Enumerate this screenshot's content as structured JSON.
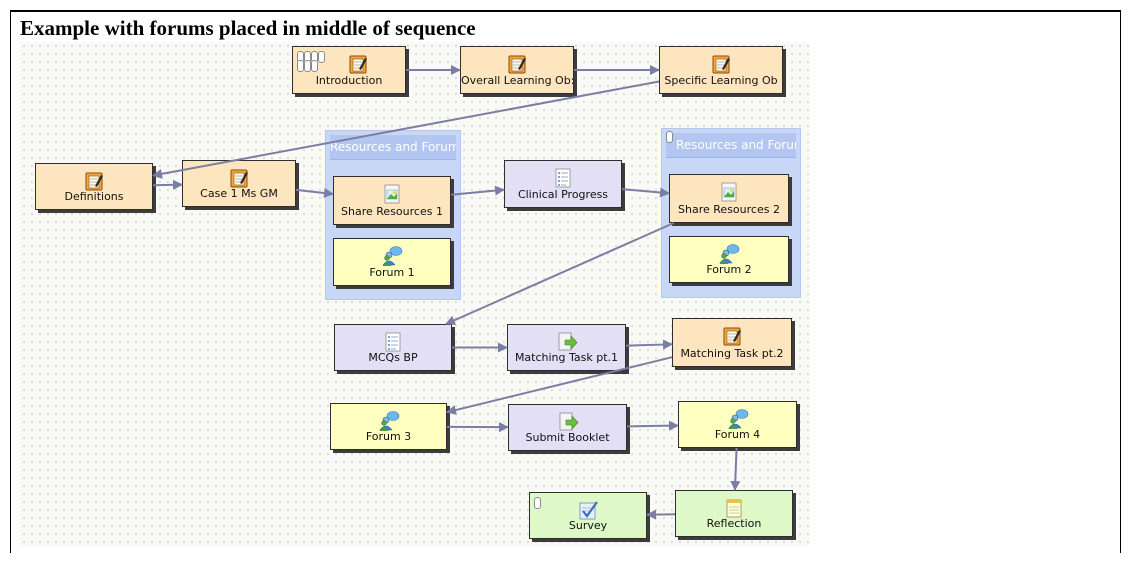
{
  "caption": "Example with forums placed in middle of sequence",
  "groups": {
    "g1": {
      "title": "Resources and Forum"
    },
    "g2": {
      "title": "Resources and Forum"
    }
  },
  "nodes": {
    "introduction": {
      "label": "Introduction",
      "icon": "notebook-icon",
      "color": "#fde6bf"
    },
    "overall": {
      "label": "Overall Learning Ob:",
      "icon": "notebook-icon",
      "color": "#fde6bf"
    },
    "specific": {
      "label": "Specific Learning Ob",
      "icon": "notebook-icon",
      "color": "#fde6bf"
    },
    "definitions": {
      "label": "Definitions",
      "icon": "notebook-icon",
      "color": "#fde6bf"
    },
    "case1": {
      "label": "Case 1 Ms GM",
      "icon": "notebook-icon",
      "color": "#fde6bf"
    },
    "share1": {
      "label": "Share Resources 1",
      "icon": "image-resource-icon",
      "color": "#fde6bf"
    },
    "forum1": {
      "label": "Forum 1",
      "icon": "forum-icon",
      "color": "#ffffc0"
    },
    "clinical": {
      "label": "Clinical Progress",
      "icon": "list-doc-icon",
      "color": "#e3dff5"
    },
    "share2": {
      "label": "Share Resources 2",
      "icon": "image-resource-icon",
      "color": "#fde6bf"
    },
    "forum2": {
      "label": "Forum 2",
      "icon": "forum-icon",
      "color": "#ffffc0"
    },
    "mcqs": {
      "label": "MCQs BP",
      "icon": "list-doc-icon",
      "color": "#e3dff5"
    },
    "match1": {
      "label": "Matching Task pt.1",
      "icon": "submit-arrow-icon",
      "color": "#e3dff5"
    },
    "match2": {
      "label": "Matching Task pt.2",
      "icon": "notebook-icon",
      "color": "#fde6bf"
    },
    "forum3": {
      "label": "Forum 3",
      "icon": "forum-icon",
      "color": "#ffffc0"
    },
    "submit": {
      "label": "Submit Booklet",
      "icon": "submit-arrow-icon",
      "color": "#e3dff5"
    },
    "forum4": {
      "label": "Forum 4",
      "icon": "forum-icon",
      "color": "#ffffc0"
    },
    "survey": {
      "label": "Survey",
      "icon": "survey-check-icon",
      "color": "#dff8c8"
    },
    "reflection": {
      "label": "Reflection",
      "icon": "notepad-icon",
      "color": "#dff8c8"
    }
  },
  "connections": [
    [
      "introduction",
      "overall"
    ],
    [
      "overall",
      "specific"
    ],
    [
      "specific",
      "definitions"
    ],
    [
      "definitions",
      "case1"
    ],
    [
      "case1",
      "share1"
    ],
    [
      "share1",
      "clinical"
    ],
    [
      "clinical",
      "share2"
    ],
    [
      "share2",
      "mcqs"
    ],
    [
      "mcqs",
      "match1"
    ],
    [
      "match1",
      "match2"
    ],
    [
      "match2",
      "forum3"
    ],
    [
      "forum3",
      "submit"
    ],
    [
      "submit",
      "forum4"
    ],
    [
      "forum4",
      "reflection"
    ],
    [
      "reflection",
      "survey"
    ]
  ],
  "colors": {
    "arrow": "#7b7ea3",
    "group_fill": "#c9d7f6",
    "orange": "#fde6bf",
    "yellow": "#ffffc0",
    "purple": "#e3dff5",
    "green": "#dff8c8"
  }
}
